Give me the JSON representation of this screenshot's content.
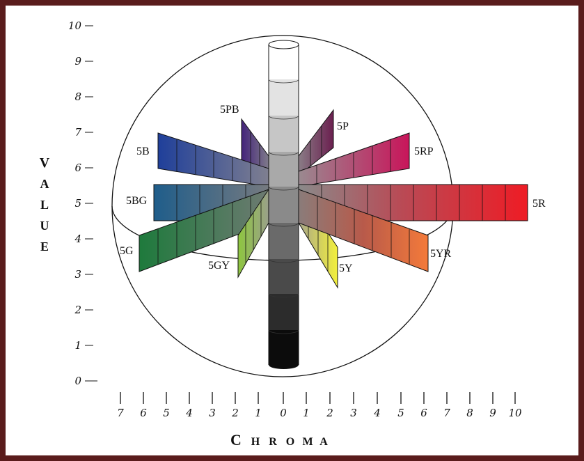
{
  "value_axis": {
    "title_letters": [
      "V",
      "A",
      "L",
      "U",
      "E"
    ],
    "ticks": [
      "10",
      "9",
      "8",
      "7",
      "6",
      "5",
      "4",
      "3",
      "2",
      "1",
      "0"
    ]
  },
  "chroma_axis": {
    "title_letters": [
      "C",
      "H",
      "R",
      "O",
      "M",
      "A"
    ],
    "ticks": [
      "7",
      "6",
      "5",
      "4",
      "3",
      "2",
      "1",
      "0",
      "1",
      "2",
      "3",
      "4",
      "5",
      "6",
      "7",
      "8",
      "9",
      "10"
    ]
  },
  "hues": {
    "r": "5R",
    "yr": "5YR",
    "y": "5Y",
    "gy": "5GY",
    "g": "5G",
    "bg": "5BG",
    "b": "5B",
    "pb": "5PB",
    "p": "5P",
    "rp": "5RP"
  },
  "colors": {
    "frame": "#5a1c1c",
    "r": "#ee1c25",
    "yr": "#f47a3a",
    "y": "#f3f03c",
    "gy": "#8ec63f",
    "g": "#1e7a3c",
    "bg": "#1f5d8a",
    "b": "#1f3f9a",
    "pb": "#43237a",
    "p": "#6a1f4f",
    "rp": "#c8155a"
  }
}
